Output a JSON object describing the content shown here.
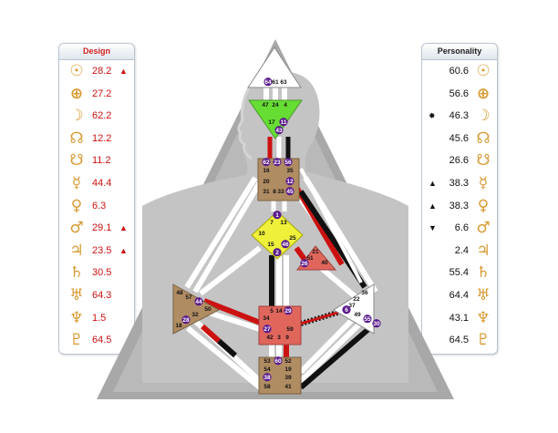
{
  "design": {
    "title": "Design",
    "rows": [
      {
        "glyph": "☉",
        "planet_icon": "sun-icon",
        "value": "28.2",
        "mark": "▲"
      },
      {
        "glyph": "⊕",
        "planet_icon": "earth-icon",
        "value": "27.2",
        "mark": ""
      },
      {
        "glyph": "☽",
        "planet_icon": "moon-icon",
        "value": "62.2",
        "mark": ""
      },
      {
        "glyph": "☊",
        "planet_icon": "north-node-icon",
        "value": "12.2",
        "mark": ""
      },
      {
        "glyph": "☋",
        "planet_icon": "south-node-icon",
        "value": "11.2",
        "mark": ""
      },
      {
        "glyph": "☿",
        "planet_icon": "mercury-icon",
        "value": "44.4",
        "mark": ""
      },
      {
        "glyph": "♀",
        "planet_icon": "venus-icon",
        "value": "6.3",
        "mark": ""
      },
      {
        "glyph": "♂",
        "planet_icon": "mars-icon",
        "value": "29.1",
        "mark": "▲"
      },
      {
        "glyph": "♃",
        "planet_icon": "jupiter-icon",
        "value": "23.5",
        "mark": "▲"
      },
      {
        "glyph": "♄",
        "planet_icon": "saturn-icon",
        "value": "30.5",
        "mark": ""
      },
      {
        "glyph": "♅",
        "planet_icon": "uranus-icon",
        "value": "64.3",
        "mark": ""
      },
      {
        "glyph": "♆",
        "planet_icon": "neptune-icon",
        "value": "1.5",
        "mark": ""
      },
      {
        "glyph": "♇",
        "planet_icon": "pluto-icon",
        "value": "64.5",
        "mark": ""
      }
    ]
  },
  "personality": {
    "title": "Personality",
    "rows": [
      {
        "glyph": "☉",
        "planet_icon": "sun-icon",
        "value": "60.6",
        "mark": ""
      },
      {
        "glyph": "⊕",
        "planet_icon": "earth-icon",
        "value": "56.6",
        "mark": ""
      },
      {
        "glyph": "☽",
        "planet_icon": "moon-icon",
        "value": "46.3",
        "mark": "✸"
      },
      {
        "glyph": "☊",
        "planet_icon": "north-node-icon",
        "value": "45.6",
        "mark": ""
      },
      {
        "glyph": "☋",
        "planet_icon": "south-node-icon",
        "value": "26.6",
        "mark": ""
      },
      {
        "glyph": "☿",
        "planet_icon": "mercury-icon",
        "value": "38.3",
        "mark": "▲"
      },
      {
        "glyph": "♀",
        "planet_icon": "venus-icon",
        "value": "38.3",
        "mark": "▲"
      },
      {
        "glyph": "♂",
        "planet_icon": "mars-icon",
        "value": "6.6",
        "mark": "▼"
      },
      {
        "glyph": "♃",
        "planet_icon": "jupiter-icon",
        "value": "2.4",
        "mark": ""
      },
      {
        "glyph": "♄",
        "planet_icon": "saturn-icon",
        "value": "55.4",
        "mark": ""
      },
      {
        "glyph": "♅",
        "planet_icon": "uranus-icon",
        "value": "64.4",
        "mark": ""
      },
      {
        "glyph": "♆",
        "planet_icon": "neptune-icon",
        "value": "43.1",
        "mark": ""
      },
      {
        "glyph": "♇",
        "planet_icon": "pluto-icon",
        "value": "64.5",
        "mark": ""
      }
    ]
  },
  "colors": {
    "design_red": "#cc1111",
    "planet_gold": "#d89a32",
    "head_center": "#ffffff",
    "ajna_center": "#66dd33",
    "throat_center": "#b08c63",
    "g_center": "#eef03a",
    "ego_center": "#e0665c",
    "sacral_center": "#e0665c",
    "spleen_center": "#b08c63",
    "solar_plexus_center": "#ffffff",
    "root_center": "#b08c63",
    "gate_circle": "#5a1a8c"
  },
  "bodygraph": {
    "head_gates": [
      "64",
      "61",
      "63"
    ],
    "ajna_gates": [
      "47",
      "24",
      "4",
      "17",
      "11",
      "43"
    ],
    "throat_gates": [
      "62",
      "23",
      "56",
      "16",
      "35",
      "20",
      "12",
      "31",
      "8",
      "33",
      "45"
    ],
    "g_gates": [
      "1",
      "7",
      "13",
      "10",
      "25",
      "15",
      "46",
      "2"
    ],
    "ego_gates": [
      "21",
      "51",
      "26",
      "40"
    ],
    "spleen_gates": [
      "48",
      "57",
      "44",
      "50",
      "32",
      "28",
      "18"
    ],
    "sacral_gates": [
      "5",
      "14",
      "29",
      "34",
      "27",
      "59",
      "42",
      "3",
      "9"
    ],
    "solar_plexus_gates": [
      "36",
      "22",
      "37",
      "6",
      "49",
      "55",
      "30"
    ],
    "root_gates": [
      "53",
      "60",
      "52",
      "54",
      "19",
      "38",
      "39",
      "58",
      "41"
    ]
  }
}
